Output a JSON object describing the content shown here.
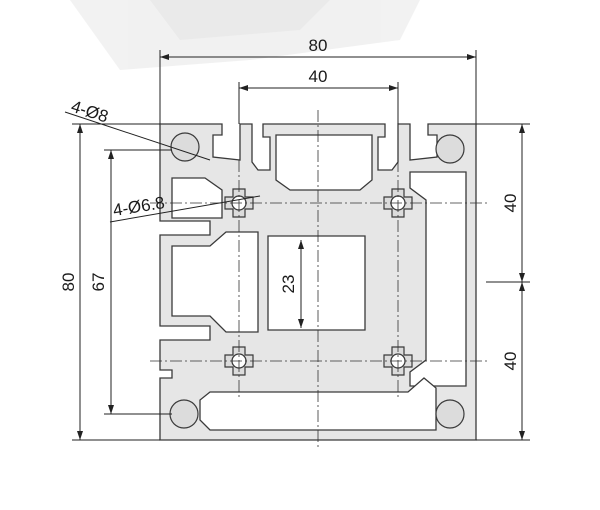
{
  "dimensions": {
    "overall_width": "80",
    "half_width": "40",
    "overall_height": "80",
    "hole_spacing_vertical": "67",
    "inner_height": "23",
    "right_upper": "40",
    "right_lower": "40"
  },
  "callouts": {
    "corner_hole": "4-Ø8",
    "center_hole": "4-Ø6.8"
  },
  "colors": {
    "profile_fill": "#e6e6e6",
    "outline": "#3a3a3a",
    "ink": "#1a1a1a"
  }
}
